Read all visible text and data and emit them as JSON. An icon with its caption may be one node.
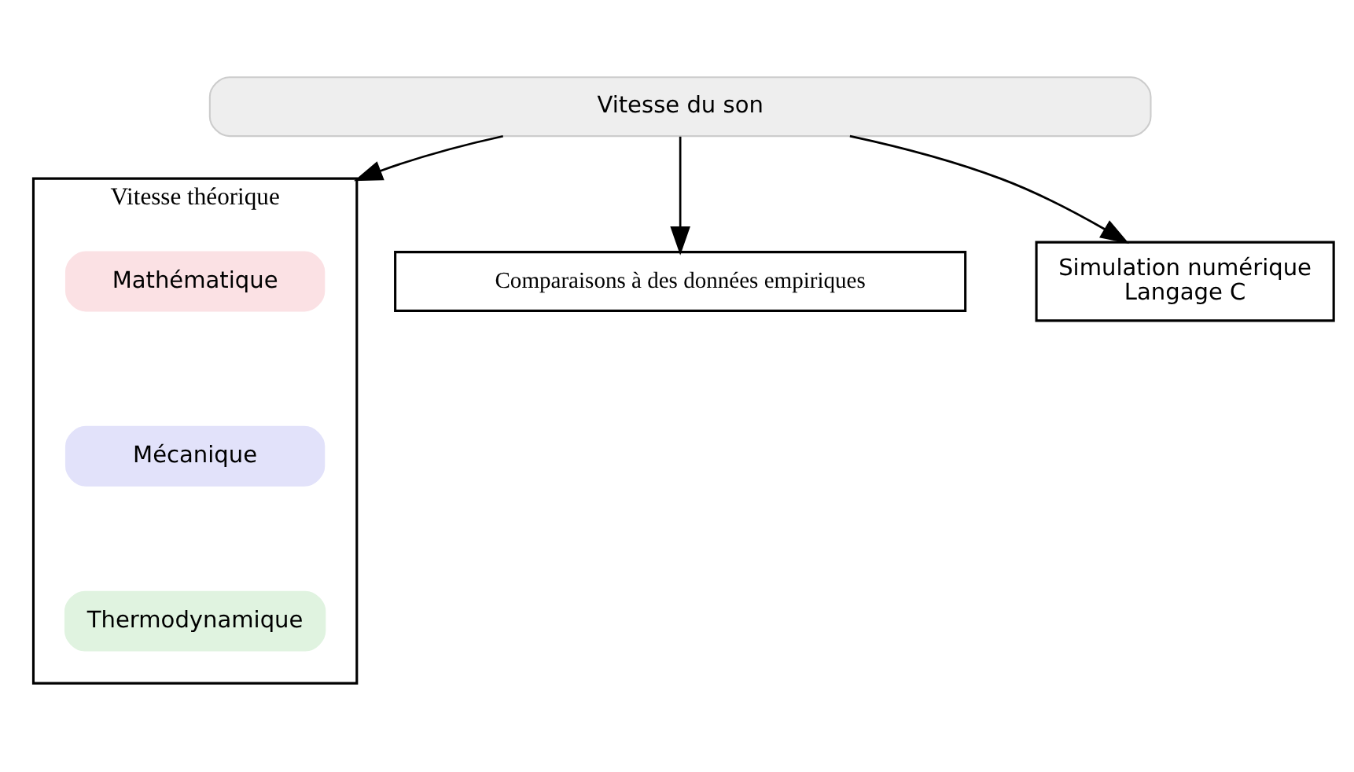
{
  "diagram": {
    "nodes": [
      {
        "text": [
          "Vitesse du son"
        ]
      },
      {
        "text": [
          "Vitesse théorique"
        ]
      },
      {
        "text": [
          "Mathématique"
        ],
        "in": 1
      },
      {
        "text": [
          "Mécanique"
        ],
        "in": 1
      },
      {
        "text": [
          "Thermodynamique"
        ],
        "in": 1
      },
      {
        "text": [
          "Comparaisons à des données empiriques"
        ]
      },
      {
        "text": [
          "Simulation numérique",
          "Langage C"
        ]
      }
    ],
    "edges": [
      {
        "from": 0,
        "to": 1,
        "arrow": "to"
      },
      {
        "from": 0,
        "to": 5,
        "arrow": "to"
      },
      {
        "from": 0,
        "to": 6,
        "arrow": "to"
      }
    ]
  }
}
